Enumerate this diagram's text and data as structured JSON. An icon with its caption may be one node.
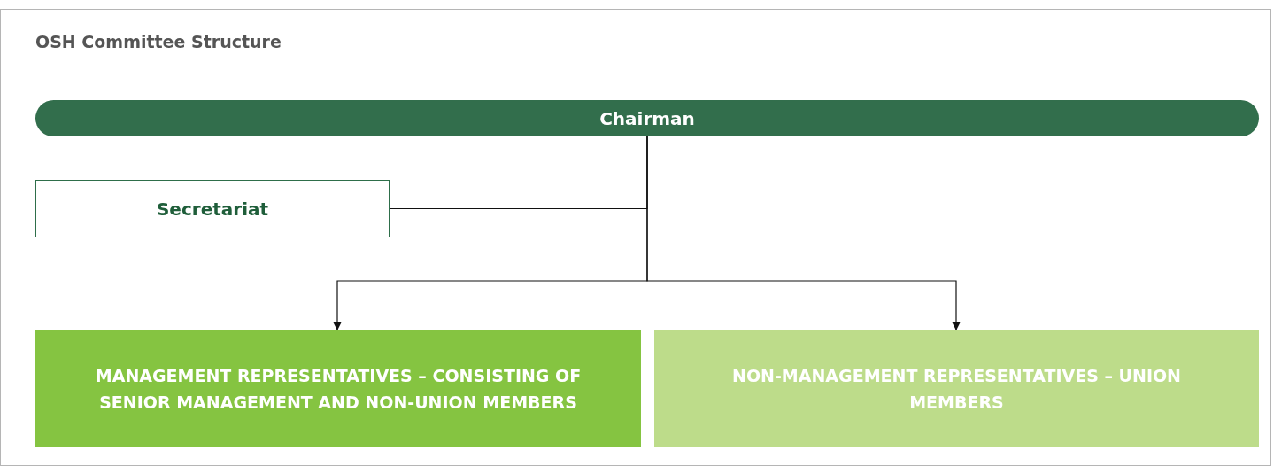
{
  "diagram": {
    "title": "OSH Committee Structure",
    "nodes": [
      {
        "text": [
          "Chairman"
        ]
      },
      {
        "text": [
          "Secretariat"
        ]
      },
      {
        "text": [
          "MANAGEMENT REPRESENTATIVES – CONSISTING OF SENIOR MANAGEMENT AND NON-UNION MEMBERS"
        ]
      },
      {
        "text": [
          "NON-MANAGEMENT REPRESENTATIVES – UNION MEMBERS"
        ]
      }
    ],
    "edges": [
      {
        "from": 0,
        "to": 1,
        "arrow": "none"
      },
      {
        "from": 0,
        "to": 2,
        "arrow": "to"
      },
      {
        "from": 0,
        "to": 3,
        "arrow": "to"
      }
    ]
  }
}
